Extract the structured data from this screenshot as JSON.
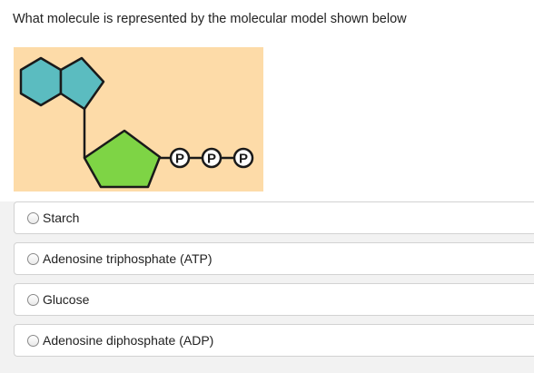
{
  "question": {
    "text": "What molecule is represented by the molecular model shown below"
  },
  "figure": {
    "phosphate_label": "P",
    "colors": {
      "background": "#fddba8",
      "hexagon": "#5bbcc0",
      "pentagon_top": "#5bbcc0",
      "pentagon_sugar": "#7ed445",
      "outline": "#1a1a1a"
    }
  },
  "options": [
    {
      "label": "Starch",
      "selected": false
    },
    {
      "label": "Adenosine triphosphate (ATP)",
      "selected": false
    },
    {
      "label": "Glucose",
      "selected": false
    },
    {
      "label": "Adenosine diphosphate (ADP)",
      "selected": false
    }
  ]
}
